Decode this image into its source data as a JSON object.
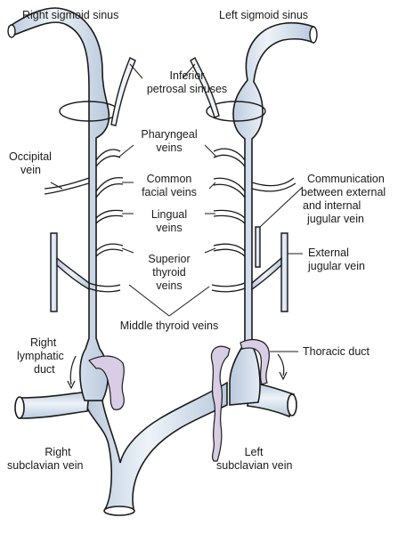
{
  "labels": {
    "right_sigmoid_sinus": "Right sigmoid sinus",
    "left_sigmoid_sinus": "Left sigmoid sinus",
    "inferior_petrosal_1": "Inferior",
    "inferior_petrosal_2": "petrosal sinuses",
    "pharyngeal_1": "Pharyngeal",
    "pharyngeal_2": "veins",
    "occipital_1": "Occipital",
    "occipital_2": "vein",
    "common_facial_1": "Common",
    "common_facial_2": "facial veins",
    "communication_1": "Communication",
    "communication_2": "between external",
    "communication_3": "and internal",
    "communication_4": "jugular vein",
    "lingual_1": "Lingual",
    "lingual_2": "veins",
    "superior_thyroid_1": "Superior",
    "superior_thyroid_2": "thyroid",
    "superior_thyroid_3": "veins",
    "external_jugular_1": "External",
    "external_jugular_2": "jugular vein",
    "middle_thyroid": "Middle thyroid veins",
    "right_lymphatic_1": "Right",
    "right_lymphatic_2": "lymphatic",
    "right_lymphatic_3": "duct",
    "thoracic_duct": "Thoracic duct",
    "right_subclavian_1": "Right",
    "right_subclavian_2": "subclavian vein",
    "left_subclavian_1": "Left",
    "left_subclavian_2": "subclavian vein"
  },
  "colors": {
    "vein_fill": "#cfdbea",
    "vein_highlight": "#eef3f9",
    "outline": "#1a1a1a",
    "duct_fill": "#d8cde4"
  }
}
